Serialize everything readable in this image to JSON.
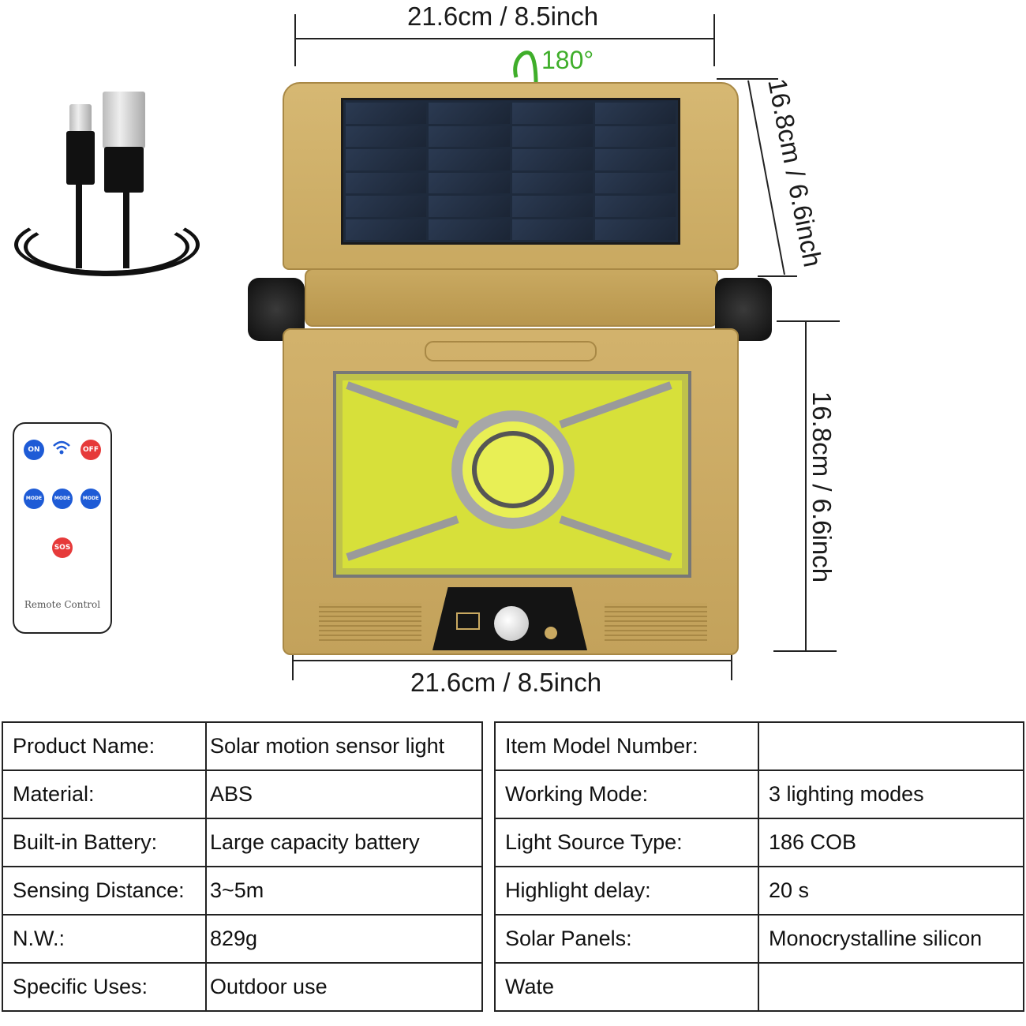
{
  "dimensions": {
    "top_width": "21.6cm / 8.5inch",
    "bottom_width": "21.6cm / 8.5inch",
    "panel_height": "16.8cm / 6.6inch",
    "body_height": "16.8cm / 6.6inch",
    "rotation": "180°"
  },
  "remote": {
    "btn_on": "ON",
    "btn_off": "OFF",
    "btn_mode1": "MODE",
    "btn_mode2": "MODE",
    "btn_mode3": "MODE",
    "btn_sos": "SOS",
    "label": "Remote Control"
  },
  "colors": {
    "device_body": "#c9a961",
    "lamp": "#d7e03a",
    "remote_blue": "#1e5bd6",
    "remote_red": "#e63a3a"
  },
  "specs_left": [
    {
      "label": "Product Name:",
      "value": "Solar motion sensor light"
    },
    {
      "label": "Material:",
      "value": "ABS"
    },
    {
      "label": "Built-in Battery:",
      "value": "Large capacity battery"
    },
    {
      "label": "Sensing Distance:",
      "value": "3~5m"
    },
    {
      "label": "N.W.:",
      "value": "829g"
    },
    {
      "label": "Specific Uses:",
      "value": "Outdoor use"
    }
  ],
  "specs_right": [
    {
      "label": "Item Model Number:",
      "value": ""
    },
    {
      "label": "Working Mode:",
      "value": "3 lighting modes"
    },
    {
      "label": "Light Source Type:",
      "value": "186 COB"
    },
    {
      "label": "Highlight delay:",
      "value": "20 s"
    },
    {
      "label": "Solar Panels:",
      "value": "Monocrystalline silicon"
    },
    {
      "label": "Wate",
      "value": ""
    }
  ]
}
